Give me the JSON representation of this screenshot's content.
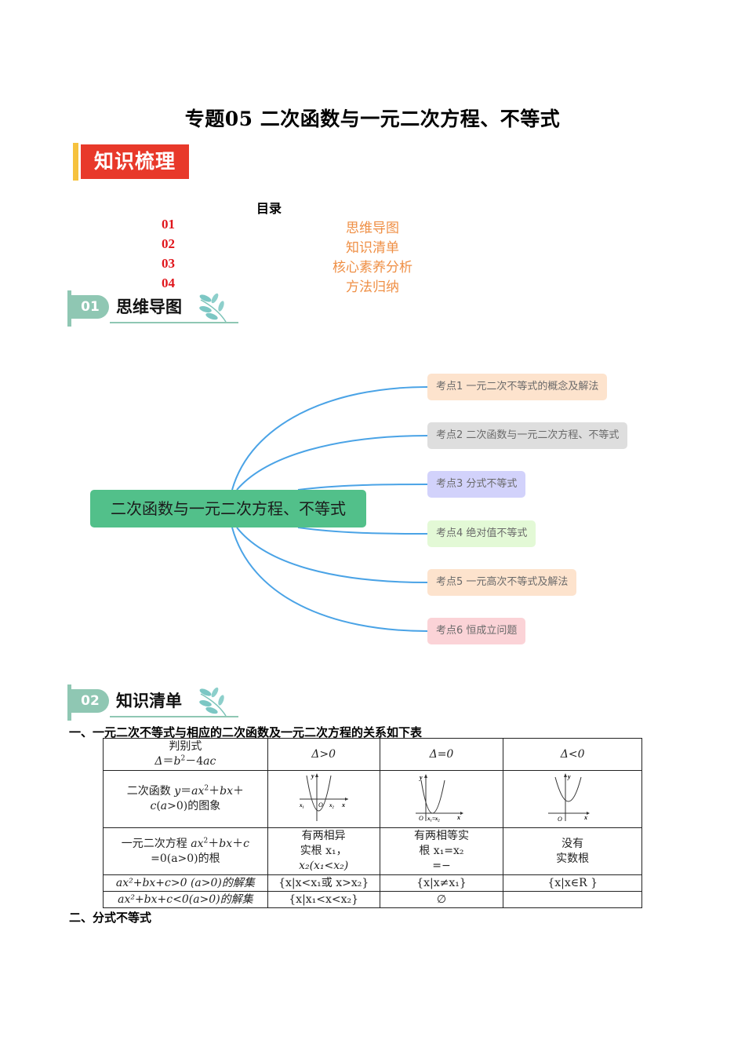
{
  "document": {
    "title": "专题05 二次函数与一元二次方程、不等式",
    "banner_label": "知识梳理"
  },
  "toc": {
    "title": "目录",
    "items": [
      {
        "num": "01",
        "label": "思维导图"
      },
      {
        "num": "02",
        "label": "知识清单"
      },
      {
        "num": "03",
        "label": "核心素养分析"
      },
      {
        "num": "04",
        "label": "方法归纳"
      }
    ]
  },
  "sections": [
    {
      "num": "01",
      "title": "思维导图"
    },
    {
      "num": "02",
      "title": "知识清单"
    }
  ],
  "mindmap": {
    "root": "二次函数与一元二次方程、不等式",
    "branches": [
      {
        "label": "考点1 一元二次不等式的概念及解法",
        "color": "#fde3cd"
      },
      {
        "label": "考点2 二次函数与一元二次方程、不等式",
        "color": "#dedede"
      },
      {
        "label": "考点3 分式不等式",
        "color": "#d2d2fb"
      },
      {
        "label": "考点4 绝对值不等式",
        "color": "#e3f9d6"
      },
      {
        "label": "考点5 一元高次不等式及解法",
        "color": "#fde3cd"
      },
      {
        "label": "考点6 恒成立问题",
        "color": "#fbd3d7"
      }
    ],
    "line_color": "#4aa3e6",
    "root_color": "#52c08a"
  },
  "knowledge": {
    "heading1": "一、一元二次不等式与相应的二次函数及一元二次方程的关系如下表",
    "heading2": "二、分式不等式",
    "table": {
      "header": {
        "c0_line1": "判别式",
        "c1": "Δ>0",
        "c2": "Δ=0",
        "c3": "Δ<0"
      },
      "row_graph": {
        "label_prefix": "二次函数",
        "label_suffix": "的图象"
      },
      "row_roots": {
        "label_line1_prefix": "一元二次方程",
        "label_line2": "=0(a>0)的根",
        "c1_line1": "有两相异",
        "c1_line2": "实根 x₁，",
        "c1_line3": "x₂(x₁<x₂)",
        "c2_line1": "有两相等实",
        "c2_line2": "根 x₁=x₂",
        "c2_line3": "=−",
        "c3_line1": "没有",
        "c3_line2": "实数根"
      },
      "row_gt": {
        "label": "ax²+bx+c>0 (a>0)的解集",
        "c1": "{x|x<x₁或 x>x₂}",
        "c2": "{x|x≠x₁}",
        "c3": "{x|x∈R }"
      },
      "row_lt": {
        "label": "ax²+bx+c<0(a>0)的解集",
        "c1": "{x|x₁<x<x₂}",
        "c2": "∅",
        "c3": ""
      }
    }
  }
}
